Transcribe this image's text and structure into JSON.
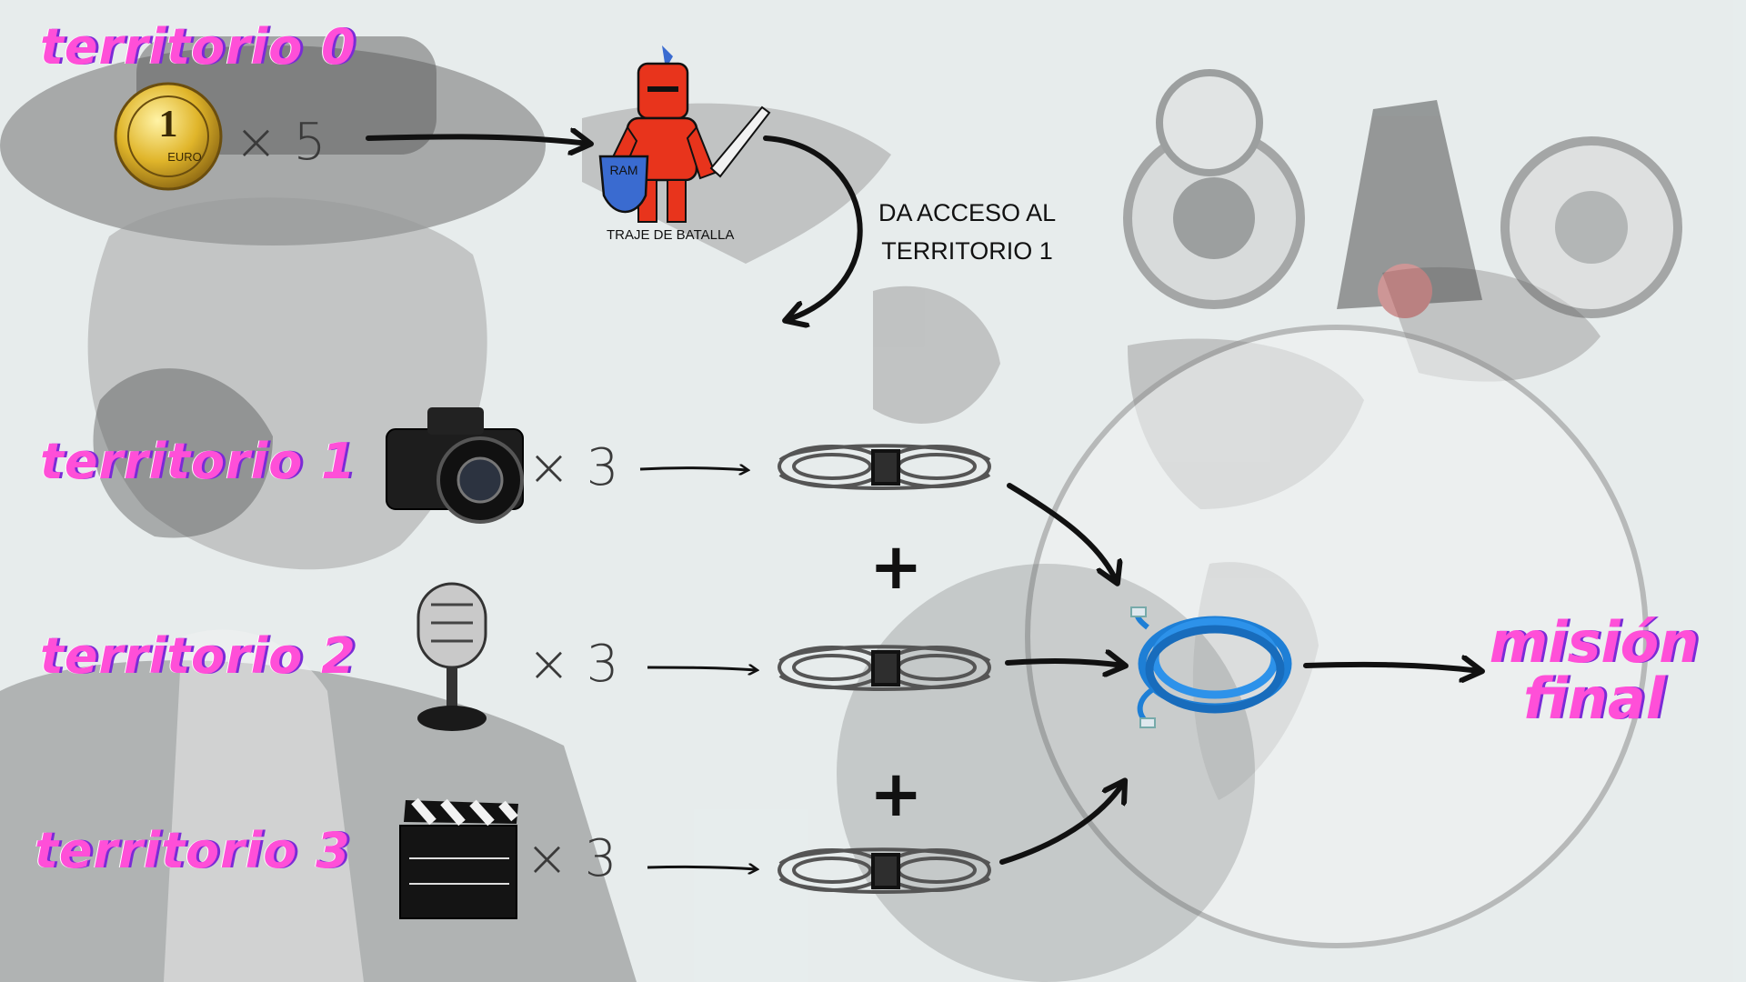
{
  "territories": [
    {
      "label": "territorio 0",
      "icon": "coin-icon",
      "multiplier": "× 5"
    },
    {
      "label": "territorio 1",
      "icon": "camera-icon",
      "multiplier": "× 3"
    },
    {
      "label": "territorio 2",
      "icon": "microphone-icon",
      "multiplier": "× 3"
    },
    {
      "label": "territorio 3",
      "icon": "clapperboard-icon",
      "multiplier": "× 3"
    }
  ],
  "coin_text": "1",
  "coin_ring_text": "EURO",
  "armor": {
    "shield_text": "RAM",
    "caption": "TRAJE DE BATALLA"
  },
  "access_note": {
    "line1": "DA ACCESO AL",
    "line2": "TERRITORIO 1"
  },
  "plus_sign": "+",
  "final_mission": {
    "line1": "misión",
    "line2": "final"
  },
  "colors": {
    "accent": "#ff4fd8",
    "accent_shadow": "#7a2bd6",
    "cable_blue": "#1e7fd6",
    "knight_red": "#e8341c"
  }
}
